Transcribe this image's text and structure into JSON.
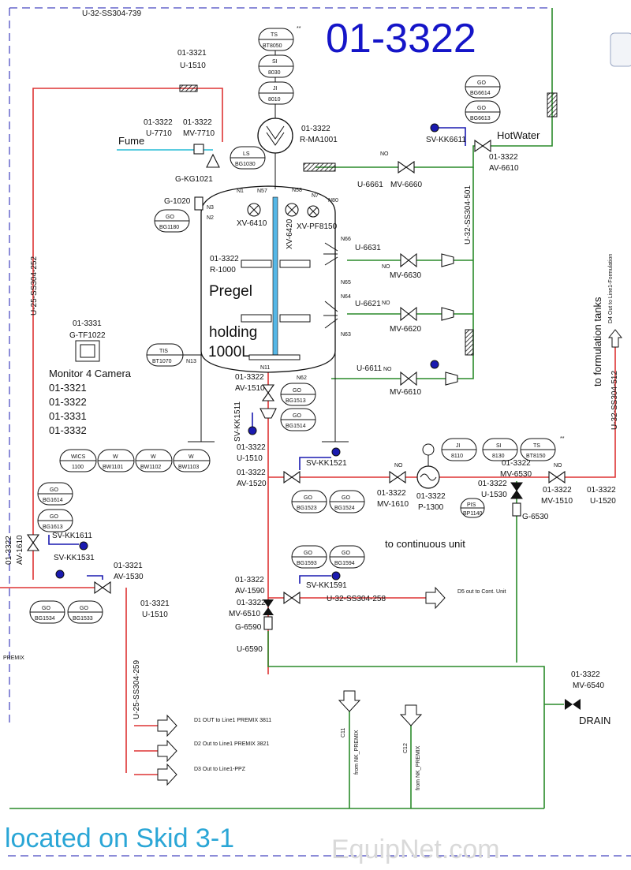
{
  "header": {
    "unit_id": "01-3322"
  },
  "footer": {
    "skid_location": "located on Skid 3-1",
    "watermark": "EquipNet.com"
  },
  "lines": {
    "top": "U-32-SS304-739",
    "left_riser": "U-25-SS304-252",
    "hw_supply": "U-32-SS304-501",
    "formulation": "U-32-SS304-512",
    "cont": "U-32-SS304-258",
    "premix_drop": "U-25-SS304-259"
  },
  "equipment": {
    "ts_bt8050": {
      "tag": "TS",
      "num": "BT8050"
    },
    "si_8030": {
      "tag": "SI",
      "num": "8030"
    },
    "ji_8010": {
      "tag": "JI",
      "num": "8010"
    },
    "motor_unit": "01-3322",
    "motor_num": "R-MA1001",
    "ls_bg1030": {
      "tag": "LS",
      "num": "BG1030"
    },
    "go_bg1180": {
      "tag": "GO",
      "num": "BG1180"
    },
    "go_bg6614": {
      "tag": "GO",
      "num": "BG6614"
    },
    "go_bg6613": {
      "tag": "GO",
      "num": "BG6613"
    },
    "tis_bt1070": {
      "tag": "TIS",
      "num": "BT1070"
    },
    "go_bg1513": {
      "tag": "GO",
      "num": "BG1513"
    },
    "go_bg1514": {
      "tag": "GO",
      "num": "BG1514"
    },
    "go_bg1523": {
      "tag": "GO",
      "num": "BG1523"
    },
    "go_bg1524": {
      "tag": "GO",
      "num": "BG1524"
    },
    "go_bg1593": {
      "tag": "GO",
      "num": "BG1593"
    },
    "go_bg1594": {
      "tag": "GO",
      "num": "BG1594"
    },
    "go_bg1614": {
      "tag": "GO",
      "num": "BG1614"
    },
    "go_bg1613": {
      "tag": "GO",
      "num": "BG1613"
    },
    "go_bg1534": {
      "tag": "GO",
      "num": "BG1534"
    },
    "go_bg1533": {
      "tag": "GO",
      "num": "BG1533"
    },
    "ji_8110": {
      "tag": "JI",
      "num": "8110"
    },
    "si_8130": {
      "tag": "SI",
      "num": "8130"
    },
    "ts_bt8150": {
      "tag": "TS",
      "num": "BT8150"
    },
    "pis_bp1140": {
      "tag": "PIS",
      "num": "BP1140"
    },
    "wics": {
      "tag": "WICS",
      "num": "1100"
    },
    "w1101": {
      "tag": "W",
      "num": "BW1101"
    },
    "w1102": {
      "tag": "W",
      "num": "BW1102"
    },
    "w1103": {
      "tag": "W",
      "num": "BW1103"
    }
  },
  "tank": {
    "unit": "01-3322",
    "num": "R-1000",
    "name1": "Pregel",
    "name2": "holding",
    "capacity": "1000L"
  },
  "labels": {
    "u1510_top_a": "01-3321",
    "u1510_top_b": "U-1510",
    "u7710_a": "01-3322",
    "u7710_b": "U-7710",
    "mv7710_a": "01-3322",
    "mv7710_b": "MV-7710",
    "fume": "Fume",
    "gkg1021": "G-KG1021",
    "g1020": "G-1020",
    "n3": "N3",
    "n1": "N1",
    "n2": "N2",
    "n57": "N57",
    "n58": "N58",
    "n7": "N7",
    "n80": "N80",
    "xv6410": "XV-6410",
    "xv6420": "XV-6420",
    "xvpf8150": "XV-PF8150",
    "n66": "N66",
    "n65": "N65",
    "n64": "N64",
    "n63": "N63",
    "n11": "N11",
    "n62": "N62",
    "n13": "N13",
    "u6661": "U-6661",
    "mv6660": "MV-6660",
    "no": "NO",
    "u6631": "U-6631",
    "mv6630": "MV-6630",
    "u6621": "U-6621",
    "mv6620": "MV-6620",
    "u6611": "U-6611",
    "mv6610": "MV-6610",
    "svkk6611": "SV-KK6611",
    "hotwater": "HotWater",
    "av6610_a": "01-3322",
    "av6610_b": "AV-6610",
    "camera_a": "01-3331",
    "camera_b": "G-TF1022",
    "monitor_title": "Monitor 4 Camera",
    "monitor_1": "01-3321",
    "monitor_2": "01-3322",
    "monitor_3": "01-3331",
    "monitor_4": "01-3332",
    "av1510_a": "01-3322",
    "av1510_b": "AV-1510",
    "svkk1511": "SV-KK1511",
    "u1510_mid_a": "01-3322",
    "u1510_mid_b": "U-1510",
    "av1520_a": "01-3322",
    "av1520_b": "AV-1520",
    "svkk1521": "SV-KK1521",
    "mv1610_a": "01-3322",
    "mv1610_b": "MV-1610",
    "p1300_a": "01-3322",
    "p1300_b": "P-1300",
    "u1530_a": "01-3322",
    "u1530_b": "U-1530",
    "mv6530_a": "01-3322",
    "mv6530_b": "MV-6530",
    "mv1510_a": "01-3322",
    "mv1510_b": "MV-1510",
    "u1520_a": "01-3322",
    "u1520_b": "U-1520",
    "g6530": "G-6530",
    "formulation_a": "to formulation tanks",
    "formulation_b": "D4 Out to Line1-Formulation",
    "to_continuous": "to continuous unit",
    "av1590_a": "01-3322",
    "av1590_b": "AV-1590",
    "svkk1591": "SV-KK1591",
    "mv6510_a": "01-3322",
    "mv6510_b": "MV-6510",
    "g6590": "G-6590",
    "u6590": "U-6590",
    "d5": "D5 out to Cont. Unit",
    "av1610_a": "01-3322",
    "av1610_b": "AV-1610",
    "svkk1611": "SV-KK1611",
    "svkk1531": "SV-KK1531",
    "av1530_a": "01-3321",
    "av1530_b": "AV-1530",
    "u1510_low_a": "01-3321",
    "u1510_low_b": "U-1510",
    "premix": "PREMIX",
    "d1": "D1 OUT to Line1 PREMIX 3811",
    "d2": "D2 Out to Line1 PREMIX 3821",
    "d3": "D3 Out to Line1-PPZ",
    "c11_a": "C11",
    "c11_b": "from NK_PREMIX",
    "c12_a": "C12",
    "c12_b": "from NK_PREMIX",
    "mv6540_a": "01-3322",
    "mv6540_b": "MV-6540",
    "drain": "DRAIN",
    "star": "**"
  },
  "colors": {
    "product_line": "#d33333",
    "water_line": "#2a8a2a",
    "signal_line": "#1a1ab0",
    "fume_line": "#25bcd6",
    "title_blue": "#1515c8",
    "skid_cyan": "#2aa6d6"
  }
}
